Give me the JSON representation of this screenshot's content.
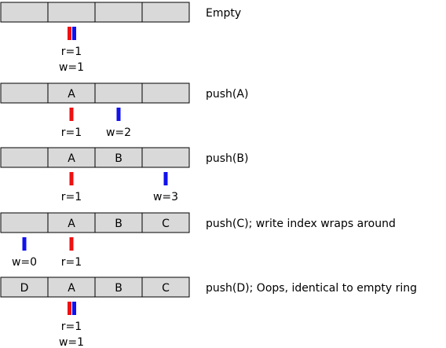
{
  "colors": {
    "cell_fill": "#d9d9d9",
    "read_marker": "#ee1111",
    "write_marker": "#1111ee"
  },
  "steps": [
    {
      "caption": "Empty",
      "cells": [
        "",
        "",
        "",
        ""
      ],
      "read": {
        "label": "r=1",
        "slot": 1
      },
      "write": {
        "label": "w=1",
        "slot": 1
      }
    },
    {
      "caption": "push(A)",
      "cells": [
        "",
        "A",
        "",
        ""
      ],
      "read": {
        "label": "r=1",
        "slot": 1
      },
      "write": {
        "label": "w=2",
        "slot": 2
      }
    },
    {
      "caption": "push(B)",
      "cells": [
        "",
        "A",
        "B",
        ""
      ],
      "read": {
        "label": "r=1",
        "slot": 1
      },
      "write": {
        "label": "w=3",
        "slot": 3
      }
    },
    {
      "caption": "push(C); write index wraps around",
      "cells": [
        "",
        "A",
        "B",
        "C"
      ],
      "read": {
        "label": "r=1",
        "slot": 1
      },
      "write": {
        "label": "w=0",
        "slot": 0
      }
    },
    {
      "caption": "push(D); Oops, identical to empty ring",
      "cells": [
        "D",
        "A",
        "B",
        "C"
      ],
      "read": {
        "label": "r=1",
        "slot": 1
      },
      "write": {
        "label": "w=1",
        "slot": 1
      }
    }
  ]
}
